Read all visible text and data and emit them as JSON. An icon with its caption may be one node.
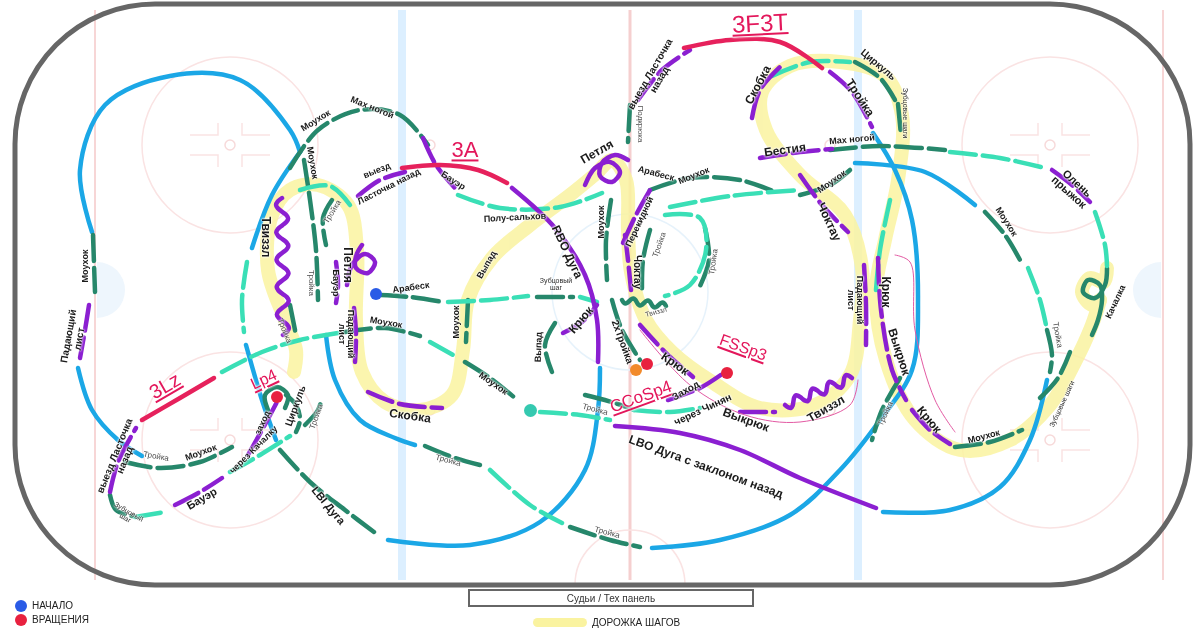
{
  "diagram": {
    "nodes": [
      {
        "text": [
          "Судьи / Тех панель"
        ]
      }
    ],
    "labels": [
      "3F3T",
      "Циркуль",
      "выезд Ласточка назад",
      "Скобка",
      "Тройка",
      "Мах ногой",
      "Зубцовые шаги",
      "Моухок",
      "Подкрюка",
      "Мах ногой",
      "3A",
      "Бестия",
      "Петля",
      "Моухок",
      "выезд",
      "Арабеск",
      "Моухок",
      "Бауэр",
      "Моухок",
      "Олень прыжок",
      "Ласточка назад",
      "Тройка",
      "Полу-сальхов",
      "Моухок",
      "Перекидной",
      "Чоктау",
      "Моухок",
      "Твиззл",
      "Тройка",
      "RBO Дуга",
      "Петля",
      "Выпад",
      "Тройка",
      "Моухок",
      "Чоктау",
      "Бауэр",
      "Тройка",
      "Зубцовый шаг",
      "Крюк",
      "Арабеск",
      "Качалка",
      "Падающий лист",
      "Твиззл",
      "Крюк",
      "Моухок",
      "Тройка",
      "Моухок",
      "Падающий лист",
      "Падающий лист",
      "Тройка",
      "2xТройка",
      "Выпад",
      "Выкрюк",
      "FSSp3",
      "Крюк",
      "Lp4",
      "CCoSp4",
      "Моухок",
      "3Lz",
      "Заход",
      "Тройка",
      "Циркуль",
      "Зубцовые шаги",
      "через Чинян",
      "Твиззл",
      "Скобка",
      "Выкрюк",
      "Тройка",
      "Тройка",
      "Крюк",
      "заход",
      "Моухок",
      "Моухок",
      "Тройка",
      "через Качалку",
      "выезд Ласточка назад",
      "Тройка",
      "LBO Дуга с заклоном назад",
      "Бауэр",
      "LBI Дуга",
      "Зубцовый шаг",
      "Тройка"
    ],
    "legend": [
      {
        "text": "НАЧАЛО",
        "color": "#2a5be6"
      },
      {
        "text": "ВРАЩЕНИЯ",
        "color": "#e8213f"
      },
      {
        "text": "ДОРОЖКА ШАГОВ",
        "color": "#faf3a0"
      }
    ]
  }
}
